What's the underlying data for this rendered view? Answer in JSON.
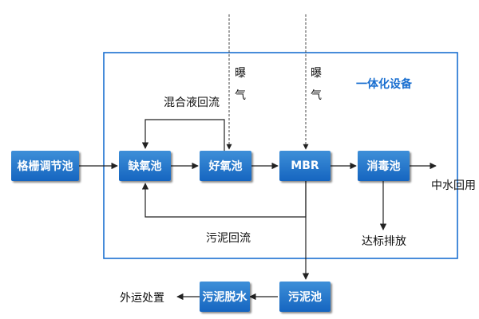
{
  "colors": {
    "equipment_border": "#1a6fd0",
    "box_fill_top": "#3e8fd8",
    "box_fill_bottom": "#1565c0",
    "box_text": "#ffffff",
    "line": "#222222"
  },
  "equipment_title": "一体化设备",
  "boxes": {
    "grid_tank": "格栅调节池",
    "anoxic": "缺氧池",
    "aerobic": "好氧池",
    "mbr": "MBR",
    "disinfection": "消毒池",
    "sludge_tank": "污泥池",
    "dewatering": "污泥脱水"
  },
  "labels": {
    "mixed_liquor_return": "混合液回流",
    "sludge_return": "污泥回流",
    "reclaimed_water": "中水回用",
    "discharge": "达标排放",
    "external_disposal": "外运处置",
    "aeration_1": [
      "曝",
      "气"
    ],
    "aeration_2": [
      "曝",
      "气"
    ]
  }
}
